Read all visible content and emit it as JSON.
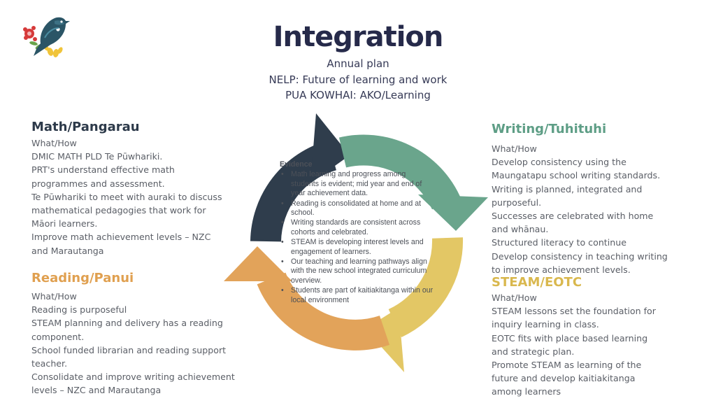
{
  "header": {
    "title": "Integration",
    "subtitle_lines": [
      "Annual plan",
      "NELP: Future of learning and work",
      "PUA KOWHAI: AKO/Learning"
    ]
  },
  "sections": {
    "math": {
      "heading": "Math/Pangarau",
      "lines": [
        "What/How",
        "DMIC MATH PLD Te Pūwhariki.",
        "PRT's understand effective math",
        "programmes and assessment.",
        "Te Pūwhariki to meet with auraki to discuss",
        "mathematical pedagogies that work for",
        "Māori learners.",
        "Improve math achievement levels – NZC",
        "and Marautanga"
      ]
    },
    "reading": {
      "heading": "Reading/Panui",
      "lines": [
        "What/How",
        "Reading is purposeful",
        "STEAM planning and delivery has a reading",
        "component.",
        "School funded librarian and reading support",
        "teacher.",
        "Consolidate and improve writing achievement",
        "levels – NZC and Marautanga"
      ]
    },
    "writing": {
      "heading": "Writing/Tuhituhi",
      "lines": [
        "What/How",
        "Develop consistency using the",
        "Maungatapu school writing standards.",
        "Writing is planned, integrated and",
        "purposeful.",
        "Successes are celebrated with home",
        "and whānau.",
        "Structured literacy to continue",
        "Develop consistency in teaching writing",
        "to improve achievement levels."
      ]
    },
    "steam": {
      "heading": "STEAM/EOTC",
      "lines": [
        "What/How",
        "STEAM lessons set the foundation for",
        "inquiry learning in class.",
        "EOTC fits with place based learning",
        "and strategic plan.",
        "Promote STEAM as learning of the",
        "future and develop kaitiakitanga",
        "among learners"
      ]
    }
  },
  "evidence": {
    "title": "Evidence",
    "items": [
      "Math learning and progress among students is evident; mid year and end of year achievement data.",
      "Reading is consolidated at home and at school.",
      "Writing standards are consistent across cohorts and celebrated.",
      "STEAM is developing interest levels and engagement of learners.",
      "Our teaching and learning pathways align with the new school integrated curriculum overview.",
      "Students are part of kaitiakitanga within our local environment"
    ]
  },
  "colors": {
    "title": "#262a4a",
    "math": "#2d3a4a",
    "reading": "#e0a050",
    "writing": "#5e9e86",
    "steam": "#d9b84e",
    "cycle_navy": "#2f3d4c",
    "cycle_green": "#6aa58c",
    "cycle_yellow": "#e3c765",
    "cycle_orange": "#e2a35a"
  },
  "icons": {
    "logo": "tui-bird-with-flowers-icon"
  }
}
